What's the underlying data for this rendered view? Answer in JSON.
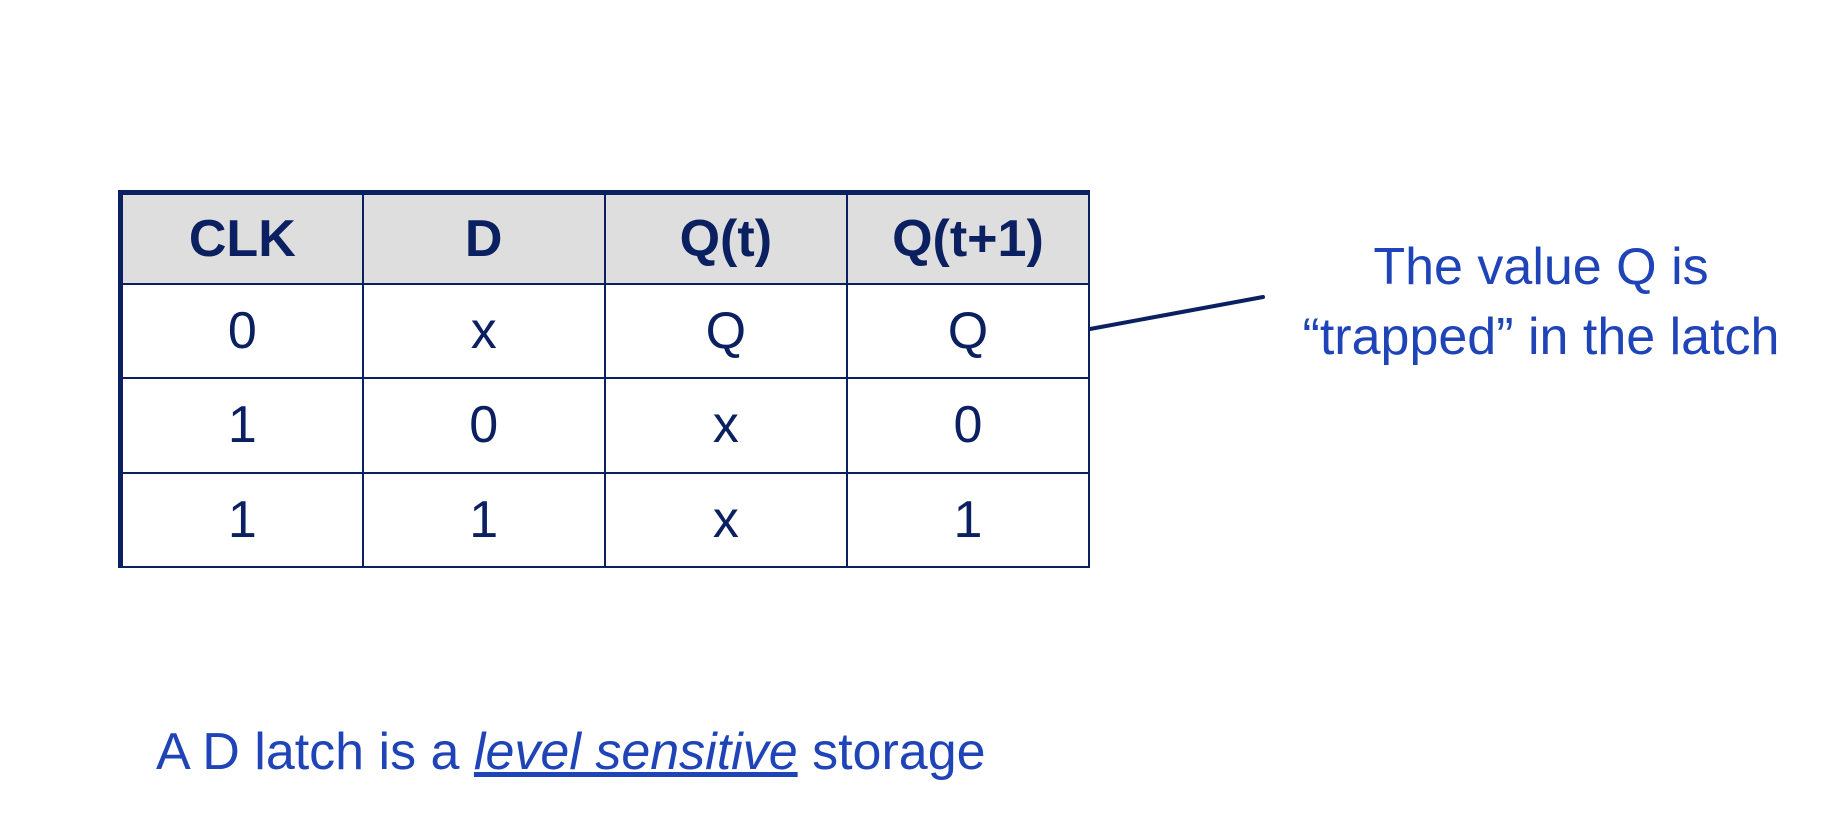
{
  "table": {
    "headers": [
      "CLK",
      "D",
      "Q(t)",
      "Q(t+1)"
    ],
    "rows": [
      [
        "0",
        "x",
        "Q",
        "Q"
      ],
      [
        "1",
        "0",
        "x",
        "0"
      ],
      [
        "1",
        "1",
        "x",
        "1"
      ]
    ]
  },
  "callout": {
    "line1": "The value Q is",
    "line2": "“trapped” in the latch"
  },
  "caption": {
    "before": "A D latch is a ",
    "emphasis": "level sensitive",
    "after": " storage"
  },
  "colors": {
    "table_border": "#0b2060",
    "header_fill": "#dedede",
    "callout_text": "#1f44b8"
  }
}
